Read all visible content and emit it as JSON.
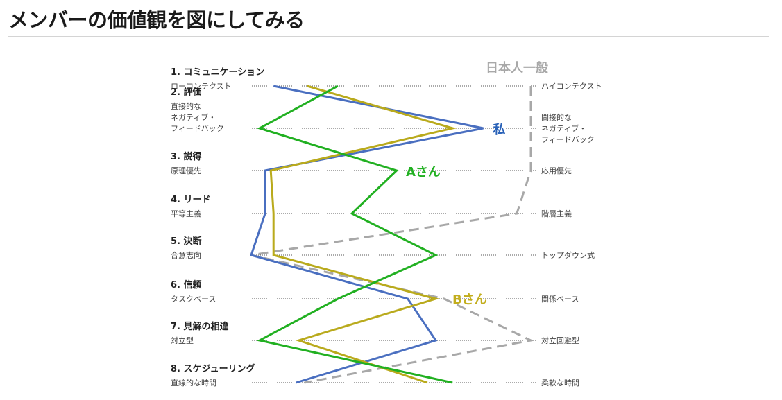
{
  "page": {
    "title": "メンバーの価値観を図にしてみる"
  },
  "chart_data": {
    "type": "line",
    "scale": "0 = left label end, 10 = right label end",
    "xlim": [
      0,
      10
    ],
    "dimensions": [
      {
        "title": "1. コミュニケーション",
        "left": [
          "ローコンテクスト"
        ],
        "right": [
          "ハイコンテクスト"
        ]
      },
      {
        "title": "2. 評価",
        "left": [
          "直接的な",
          "ネガティブ・",
          "フィードバック"
        ],
        "right": [
          "間接的な",
          "ネガティブ・",
          "フィードバック"
        ]
      },
      {
        "title": "3. 説得",
        "left": [
          "原理優先"
        ],
        "right": [
          "応用優先"
        ]
      },
      {
        "title": "4. リード",
        "left": [
          "平等主義"
        ],
        "right": [
          "階層主義"
        ]
      },
      {
        "title": "5. 決断",
        "left": [
          "合意志向"
        ],
        "right": [
          "トップダウン式"
        ]
      },
      {
        "title": "6. 信頼",
        "left": [
          "タスクベース"
        ],
        "right": [
          "関係ベース"
        ]
      },
      {
        "title": "7. 見解の相違",
        "left": [
          "対立型"
        ],
        "right": [
          "対立回避型"
        ]
      },
      {
        "title": "8. スケジューリング",
        "left": [
          "直線的な時間"
        ],
        "right": [
          "柔軟な時間"
        ]
      }
    ],
    "series": [
      {
        "name": "私",
        "color": "#4a6fc0",
        "label_color": "#2a62b8",
        "dashed": false,
        "values": [
          0.8,
          8.3,
          0.5,
          0.5,
          0.0,
          5.6,
          6.6,
          1.6
        ]
      },
      {
        "name": "Aさん",
        "color": "#21b021",
        "label_color": "#21b021",
        "dashed": false,
        "values": [
          3.1,
          0.3,
          5.2,
          3.6,
          6.6,
          3.1,
          0.3,
          7.2
        ]
      },
      {
        "name": "Bさん",
        "color": "#b9aa1c",
        "label_color": "#c2ad1c",
        "dashed": false,
        "values": [
          2.0,
          7.2,
          0.7,
          0.8,
          0.8,
          6.6,
          1.7,
          6.3
        ]
      },
      {
        "name": "日本人一般",
        "color": "#a8a8a8",
        "label_color": "#a8a8a8",
        "dashed": true,
        "values": [
          10.0,
          10.0,
          10.0,
          9.5,
          0.0,
          6.9,
          10.0,
          1.9
        ]
      }
    ]
  }
}
